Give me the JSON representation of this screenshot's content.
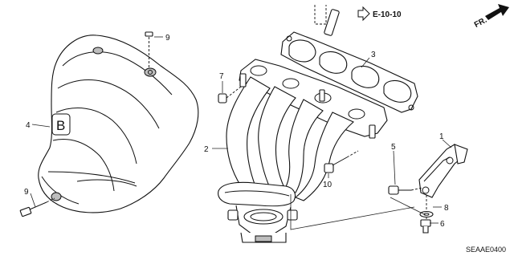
{
  "callouts": {
    "c1": "1",
    "c2": "2",
    "c3": "3",
    "c4": "4",
    "c5": "5",
    "c6": "6",
    "c7": "7",
    "c8": "8",
    "c9a": "9",
    "c9b": "9",
    "c10": "10"
  },
  "reference": "E-10-10",
  "direction": "FR.",
  "diagram_code": "SEAAE0400",
  "emblem_letter": "B",
  "icons": [
    "front-direction-arrow-icon",
    "reference-arrow-icon"
  ]
}
